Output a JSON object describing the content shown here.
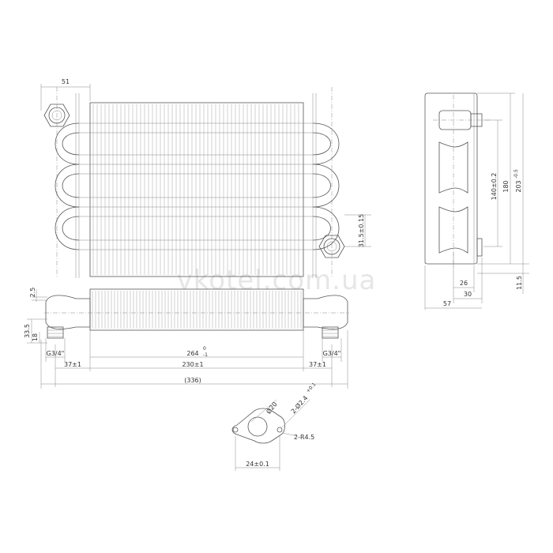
{
  "watermark": "vkotel.com.ua",
  "front_view": {
    "width_label": "51"
  },
  "bottom_view": {
    "dim_top_offset": "2.5",
    "dim_height_outer": "33.5",
    "dim_height_inner": "18",
    "thread_left": "G3/4\"",
    "thread_right": "G3/4\"",
    "length_main": "264",
    "length_main_tol_upper": "0",
    "length_main_tol_lower": "-1",
    "length_left": "37±1",
    "length_middle": "230±1",
    "length_right": "37±1",
    "length_overall": "(336)"
  },
  "side_view": {
    "dim_140": "140±0.2",
    "dim_180": "180",
    "dim_203": "203",
    "dim_203_tol": "-0.5",
    "dim_315": "31.5±0.15",
    "dim_26": "26",
    "dim_30": "30",
    "dim_57": "57",
    "dim_115": "11.5"
  },
  "flange_detail": {
    "diameter": "Ø20",
    "holes": "2-Ø2.4",
    "holes_tol": "+0.1",
    "radius": "2-R4.5",
    "width": "24±0.1"
  }
}
